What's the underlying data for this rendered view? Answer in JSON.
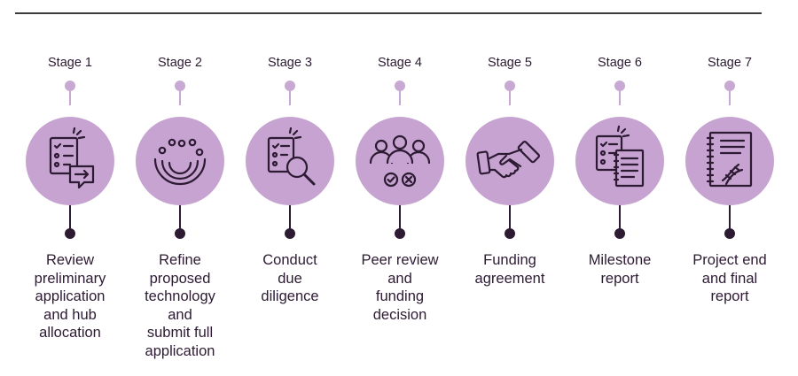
{
  "colors": {
    "dark": "#2d1a33",
    "light_purple": "#c7a9d3",
    "circle_fill": "#c6a3d0",
    "rule": "#3b3b3b"
  },
  "stages": [
    {
      "label": "Stage 1",
      "icon": "checklist-chat-icon",
      "text": [
        "Review",
        "preliminary",
        "application",
        "and hub",
        "allocation"
      ]
    },
    {
      "label": "Stage 2",
      "icon": "refine-arc-icon",
      "text": [
        "Refine",
        "proposed",
        "technology",
        "and",
        "submit full",
        "application"
      ]
    },
    {
      "label": "Stage 3",
      "icon": "checklist-magnifier-icon",
      "text": [
        "Conduct",
        "due",
        "diligence"
      ]
    },
    {
      "label": "Stage 4",
      "icon": "peer-review-people-icon",
      "text": [
        "Peer review",
        "and",
        "funding",
        "decision"
      ]
    },
    {
      "label": "Stage 5",
      "icon": "handshake-icon",
      "text": [
        "Funding",
        "agreement"
      ]
    },
    {
      "label": "Stage 6",
      "icon": "checklist-notebook-icon",
      "text": [
        "Milestone",
        "report"
      ]
    },
    {
      "label": "Stage 7",
      "icon": "notebook-dna-icon",
      "text": [
        "Project end",
        "and final",
        "report"
      ]
    }
  ]
}
